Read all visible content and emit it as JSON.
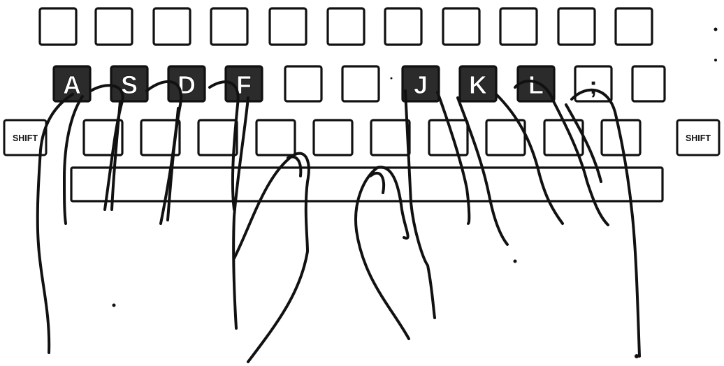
{
  "home_row_keys": [
    "A",
    "S",
    "D",
    "F",
    "J",
    "K",
    "L",
    ";"
  ],
  "shift_label": "SHIFT",
  "colors": {
    "ink": "#111111",
    "paper": "#ffffff",
    "home_key_fill": "#2b2b2b"
  }
}
